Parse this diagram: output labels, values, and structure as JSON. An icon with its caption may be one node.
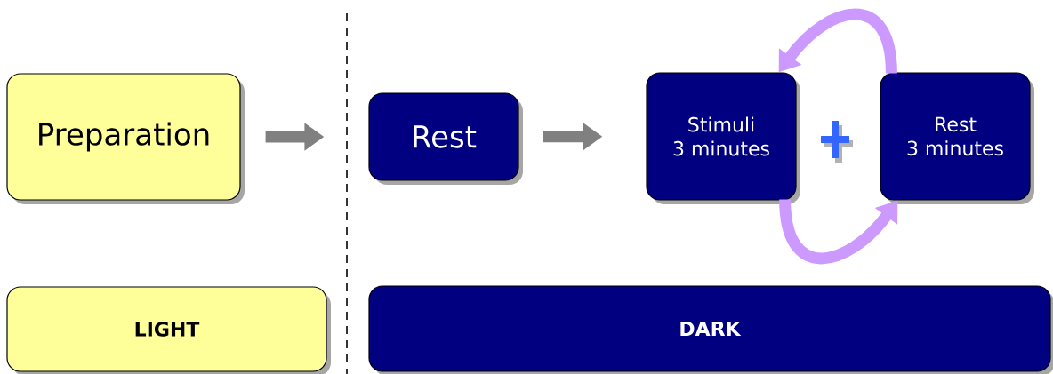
{
  "diagram": {
    "nodes": [
      {
        "text": [
          "Preparation"
        ]
      },
      {
        "text": [
          "Rest"
        ]
      },
      {
        "text": [
          "Stimuli",
          "3 minutes"
        ]
      },
      {
        "text": [
          "Rest",
          "3 minutes"
        ]
      },
      {
        "text": [
          "LIGHT"
        ]
      },
      {
        "text": [
          "DARK"
        ]
      }
    ],
    "edges": [
      {
        "from": 0,
        "to": 1,
        "arrow": "to",
        "color": "#808080"
      },
      {
        "from": 1,
        "to": 2,
        "arrow": "to",
        "color": "#808080"
      },
      {
        "from": 3,
        "to": 2,
        "arrow": "to",
        "color": "#cc99ff"
      },
      {
        "from": 2,
        "to": 3,
        "arrow": "to",
        "color": "#cc99ff"
      }
    ]
  }
}
